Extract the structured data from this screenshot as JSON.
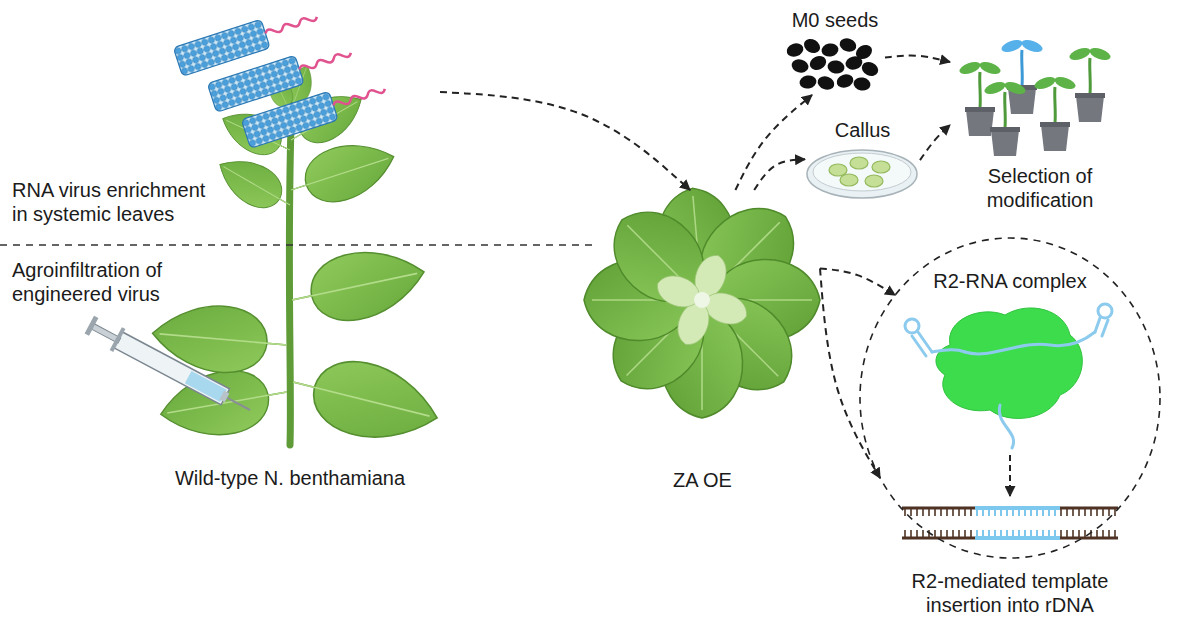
{
  "diagram": {
    "nodes": [
      {
        "text": [
          "Wild-type N. benthamiana"
        ]
      },
      {
        "text": [
          "ZA OE"
        ]
      },
      {
        "text": [
          "M0 seeds"
        ]
      },
      {
        "text": [
          "Callus"
        ]
      },
      {
        "text": [
          "Selection of modification"
        ]
      },
      {
        "text": [
          "R2-RNA complex",
          "R2-mediated template insertion into rDNA"
        ]
      }
    ],
    "edges": [
      {
        "from": 0,
        "to": 1,
        "arrow": "to"
      },
      {
        "from": 1,
        "to": 2,
        "arrow": "to"
      },
      {
        "from": 1,
        "to": 3,
        "arrow": "to"
      },
      {
        "from": 2,
        "to": 4,
        "arrow": "to"
      },
      {
        "from": 3,
        "to": 4,
        "arrow": "to"
      },
      {
        "from": 1,
        "to": 5,
        "arrow": "to"
      },
      {
        "from": 1,
        "to": 5,
        "arrow": "to"
      }
    ],
    "labels": [
      "RNA virus enrichment in systemic leaves",
      "Agroinfiltration of engineered virus"
    ]
  }
}
